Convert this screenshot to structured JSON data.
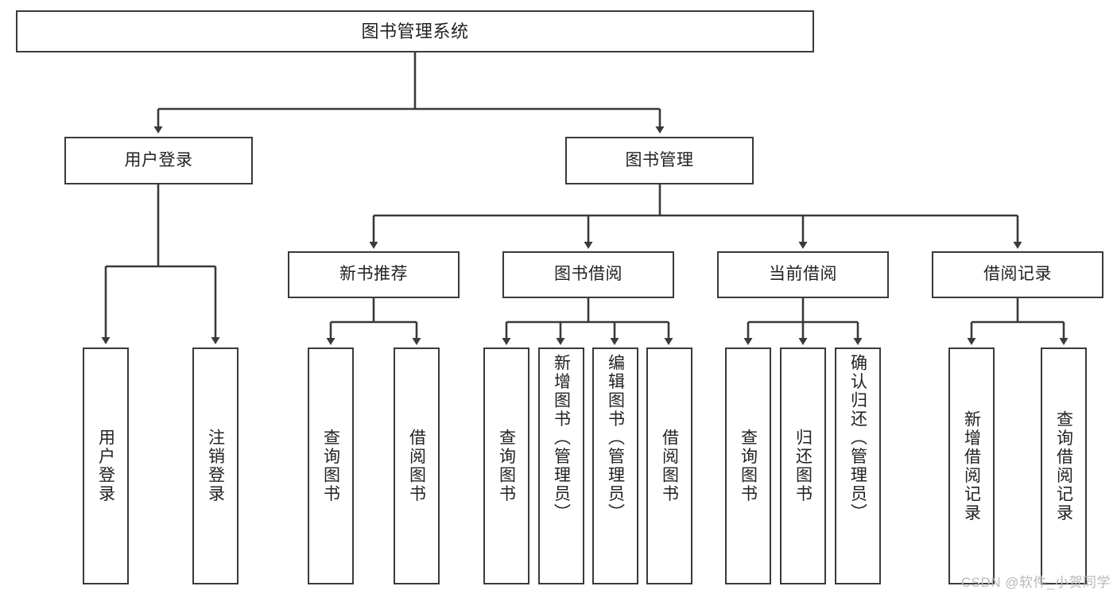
{
  "diagram": {
    "title": "图书管理系统",
    "type": "tree",
    "watermark": "CSDN @软件_小贺同学",
    "colors": {
      "box_border": "#3a3a3a",
      "box_fill": "#ffffff",
      "edge": "#3a3a3a",
      "text": "#222222",
      "watermark": "#b9b9b9"
    },
    "nodes": {
      "root": {
        "label": "图书管理系统"
      },
      "level2": [
        {
          "id": "user-login",
          "label": "用户登录"
        },
        {
          "id": "book-manage",
          "label": "图书管理"
        }
      ],
      "level3": [
        {
          "id": "new-book-rec",
          "label": "新书推荐"
        },
        {
          "id": "book-borrow",
          "label": "图书借阅"
        },
        {
          "id": "current-borrow",
          "label": "当前借阅"
        },
        {
          "id": "borrow-record",
          "label": "借阅记录"
        }
      ],
      "leaves": {
        "user-login": [
          {
            "id": "leaf-user-login",
            "label": "用户登录"
          },
          {
            "id": "leaf-user-logout",
            "label": "注销登录"
          }
        ],
        "new-book-rec": [
          {
            "id": "leaf-query-book-1",
            "label": "查询图书"
          },
          {
            "id": "leaf-borrow-book-1",
            "label": "借阅图书"
          }
        ],
        "book-borrow": [
          {
            "id": "leaf-query-book-2",
            "label": "查询图书"
          },
          {
            "id": "leaf-add-book",
            "label": "新增图书（管理员）"
          },
          {
            "id": "leaf-edit-book",
            "label": "编辑图书（管理员）"
          },
          {
            "id": "leaf-borrow-book-2",
            "label": "借阅图书"
          }
        ],
        "current-borrow": [
          {
            "id": "leaf-query-book-3",
            "label": "查询图书"
          },
          {
            "id": "leaf-return-book",
            "label": "归还图书"
          },
          {
            "id": "leaf-confirm-return",
            "label": "确认归还（管理员）"
          }
        ],
        "borrow-record": [
          {
            "id": "leaf-add-record",
            "label": "新增借阅记录"
          },
          {
            "id": "leaf-query-record",
            "label": "查询借阅记录"
          }
        ]
      }
    }
  }
}
